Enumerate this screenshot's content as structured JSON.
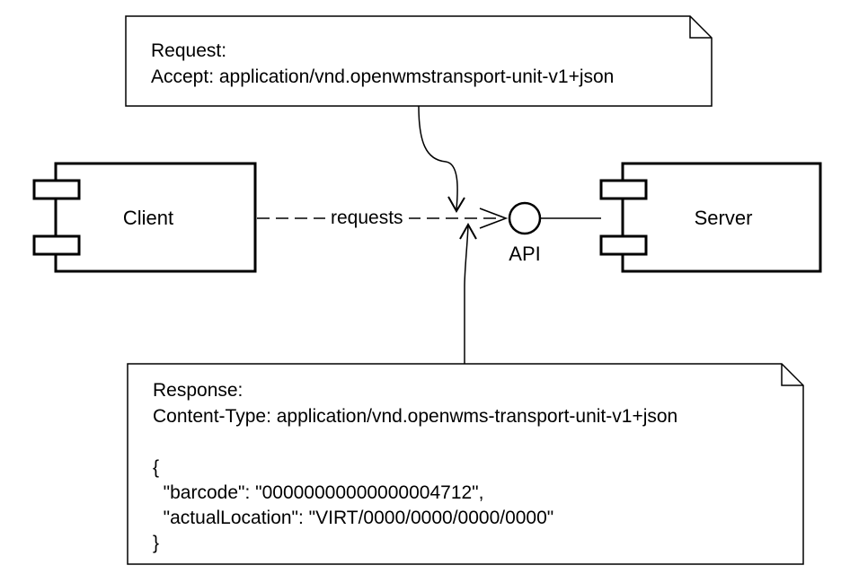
{
  "request_note": {
    "line1": "Request:",
    "line2": "Accept: application/vnd.openwmstransport-unit-v1+json"
  },
  "client": {
    "label": "Client"
  },
  "server": {
    "label": "Server"
  },
  "connector": {
    "label": "requests"
  },
  "api": {
    "label": "API"
  },
  "response_note": {
    "lines": [
      "Response:",
      "Content-Type: application/vnd.openwms-transport-unit-v1+json",
      "",
      "{",
      "  \"barcode\": \"00000000000000004712\",",
      "  \"actualLocation\": \"VIRT/0000/0000/0000/0000\"",
      "}"
    ]
  }
}
